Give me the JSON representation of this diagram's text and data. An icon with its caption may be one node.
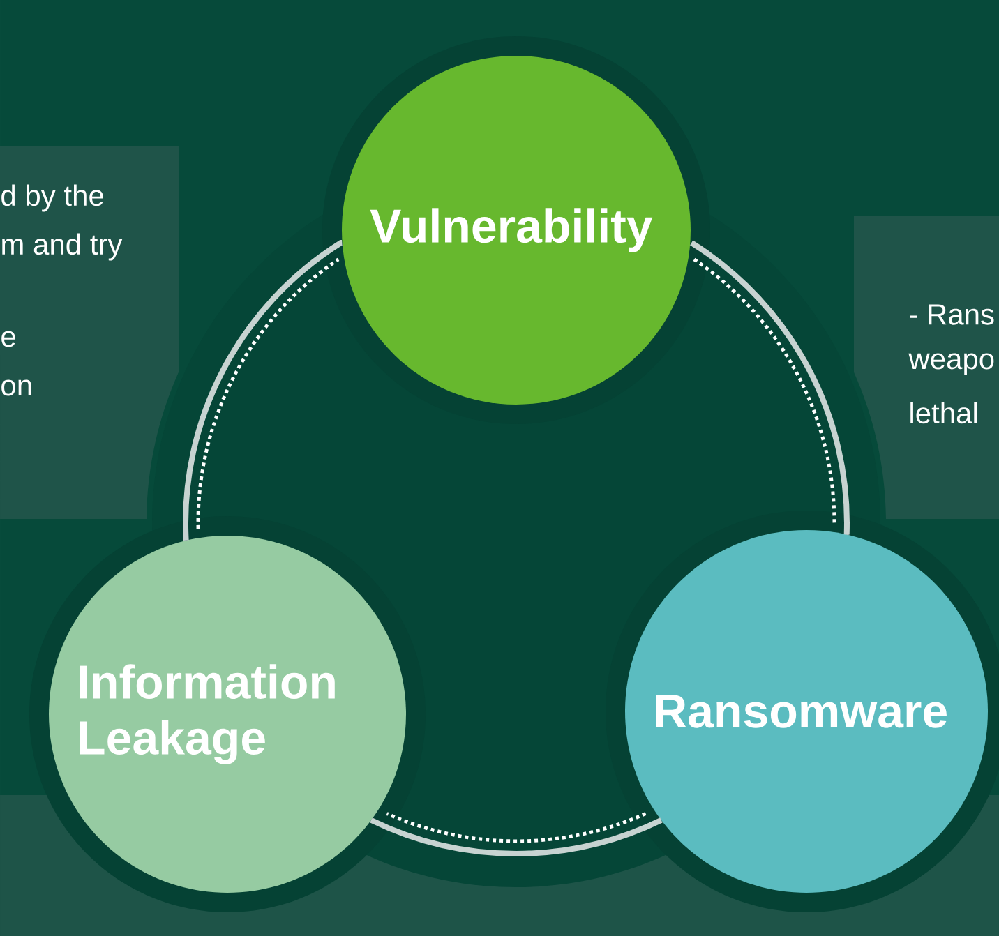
{
  "diagram": {
    "nodes": [
      {
        "text": [
          "Vulnerability"
        ]
      },
      {
        "text": [
          "d by the",
          "m and try",
          "e",
          "on"
        ]
      },
      {
        "text": [
          "- Rans",
          "weapo",
          "lethal"
        ]
      },
      {
        "text": [
          "Information Leakage"
        ]
      },
      {
        "text": [
          "Ransomware"
        ]
      }
    ],
    "edges": [
      {
        "from": 0,
        "to": 4,
        "arrow": "none"
      },
      {
        "from": 4,
        "to": 3,
        "arrow": "none"
      },
      {
        "from": 3,
        "to": 0,
        "arrow": "none"
      }
    ]
  }
}
